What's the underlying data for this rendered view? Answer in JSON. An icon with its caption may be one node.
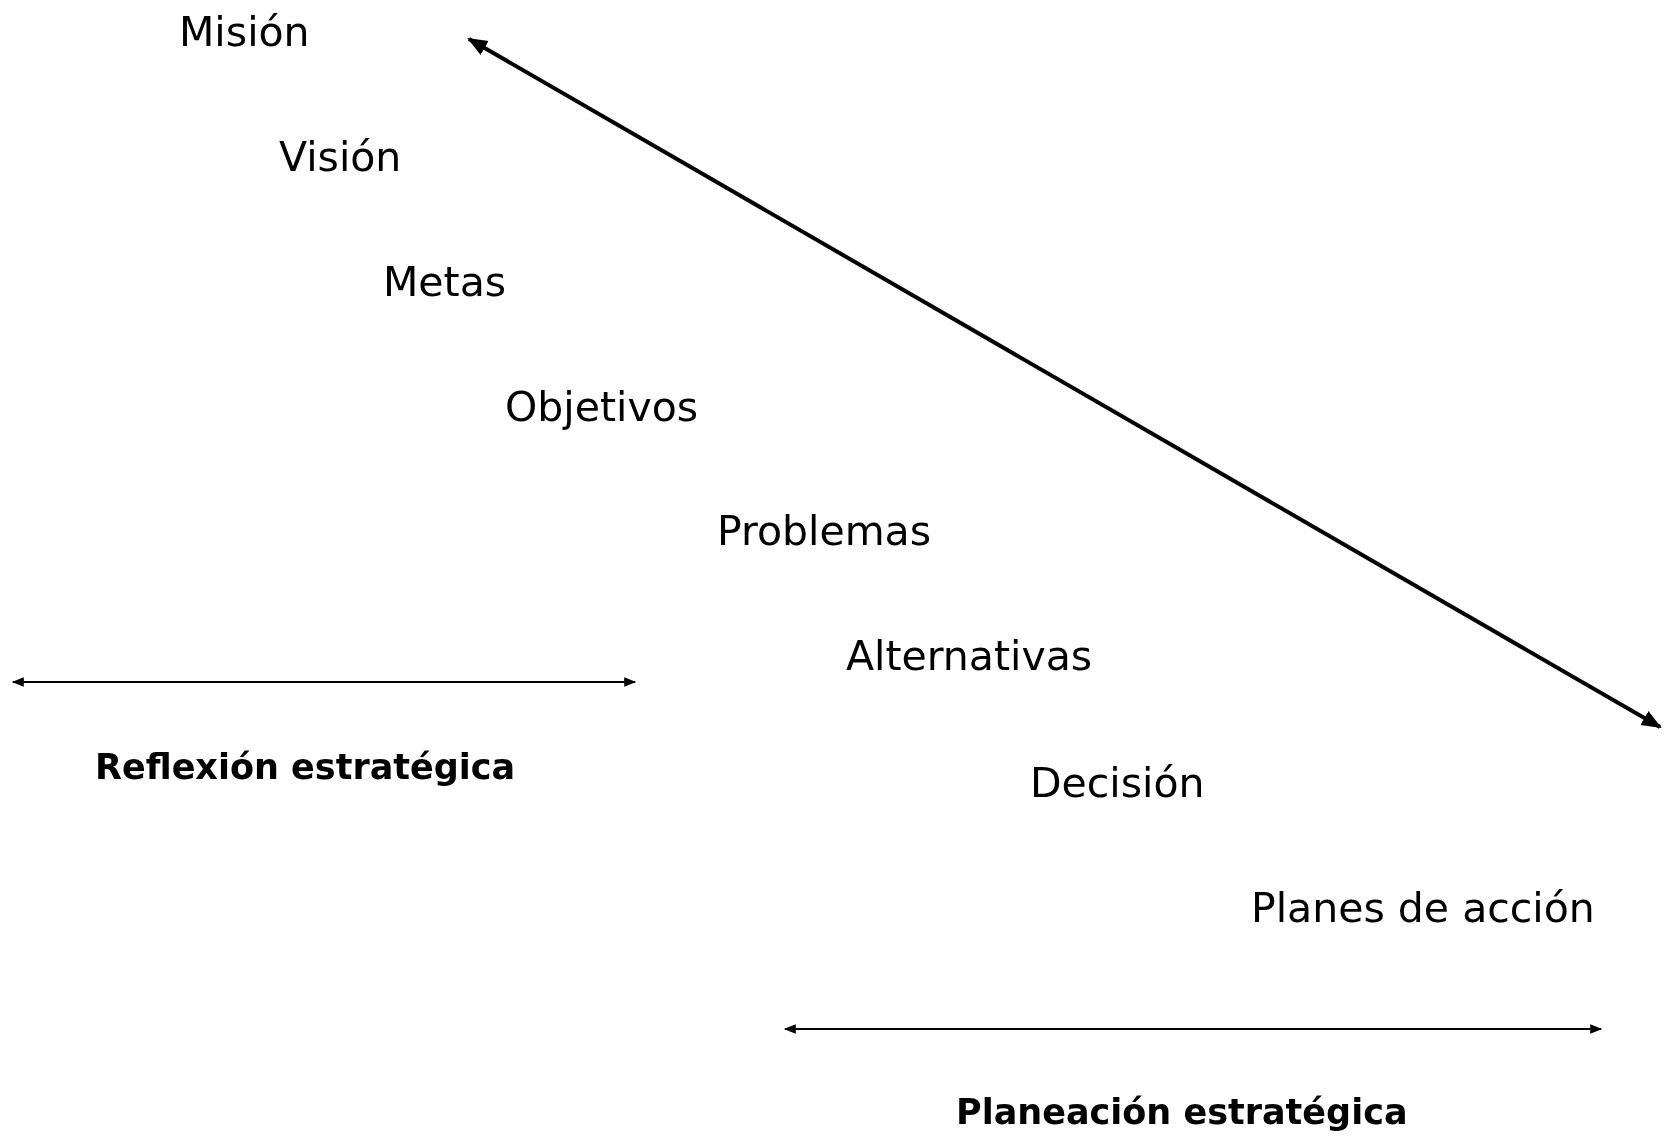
{
  "diagram": {
    "labels": [
      "Misión",
      "Visión",
      "Metas",
      "Objetivos",
      "Problemas",
      "Alternativas",
      "Decisión",
      "Planes de acción",
      "Reflexión estratégica",
      "Planeación estratégica"
    ]
  }
}
